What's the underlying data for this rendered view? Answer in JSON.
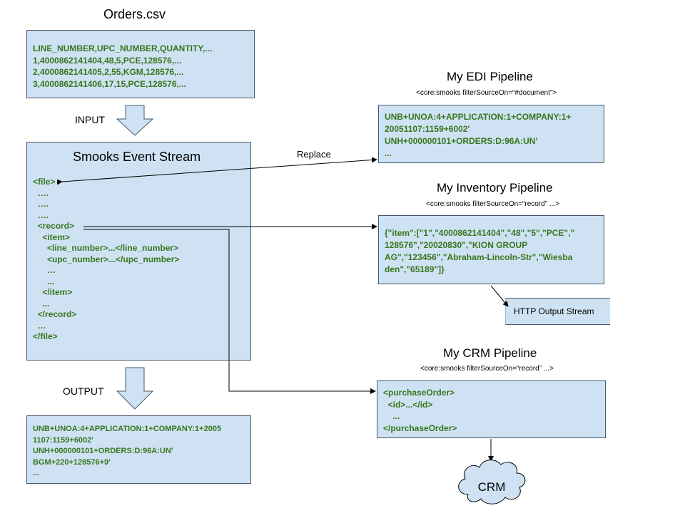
{
  "orders": {
    "title": "Orders.csv",
    "lines": [
      "LINE_NUMBER,UPC_NUMBER,QUANTITY,...",
      "1,4000862141404,48,5,PCE,128576,...",
      "2,4000862141405,2,55,KGM,128576,...",
      "3,4000862141406,17,15,PCE,128576,..."
    ]
  },
  "input_label": "INPUT",
  "output_label": "OUTPUT",
  "replace_label": "Replace",
  "stream": {
    "title": "Smooks Event Stream",
    "lines": [
      "<file>",
      "  ….",
      "  ….",
      "  ….",
      "  <record>",
      "    <item>",
      "      <line_number>...</line_number>",
      "      <upc_number>...</upc_number>",
      "      …",
      "      ...",
      "    </item>",
      "    ...",
      "  </record>",
      "  …",
      "</file>"
    ]
  },
  "output": {
    "lines": [
      "UNB+UNOA:4+APPLICATION:1+COMPANY:1+2005",
      "1107:1159+6002'",
      "UNH+000000101+ORDERS:D:96A:UN'",
      "BGM+220+128576+9'",
      "..."
    ]
  },
  "edi": {
    "title": "My EDI Pipeline",
    "subtitle": "<core:smooks filterSourceOn=“#document”>",
    "lines": [
      "UNB+UNOA:4+APPLICATION:1+COMPANY:1+",
      "20051107:1159+6002'",
      "UNH+000000101+ORDERS:D:96A:UN'",
      "..."
    ]
  },
  "inventory": {
    "title": "My Inventory Pipeline",
    "subtitle": "<core:smooks filterSourceOn=“record” ...>",
    "lines": [
      "{\"item\":[\"1\",\"4000862141404\",\"48\",\"5\",\"PCE\",\"",
      "128576\",\"20020830\",\"KION GROUP",
      "AG\",\"123456\",\"Abraham-Lincoln-Str\",\"Wiesba",
      "den\",\"65189\"]}"
    ]
  },
  "http_output": {
    "label": "HTTP Output Stream"
  },
  "crm_pipeline": {
    "title": "My CRM Pipeline",
    "subtitle": "<core:smooks filterSourceOn=“record” ...>",
    "lines": [
      "<purchaseOrder>",
      "  <id>...</id>",
      "    ...",
      "</purchaseOrder>"
    ]
  },
  "crm": {
    "label": "CRM"
  }
}
